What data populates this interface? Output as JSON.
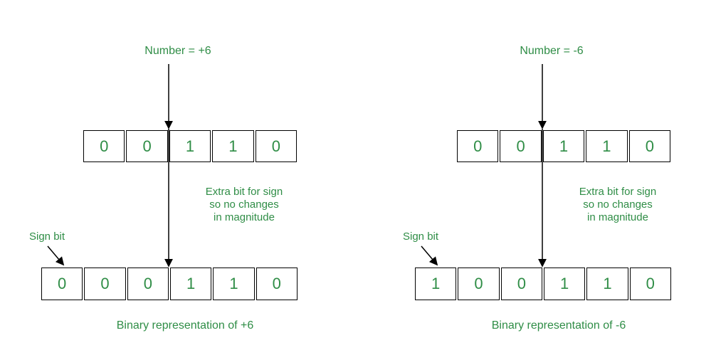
{
  "colors": {
    "green": "#2f8d46",
    "line": "#000000",
    "background": "#ffffff"
  },
  "panels": [
    {
      "number_label": "Number = +6",
      "top_bits": [
        "0",
        "0",
        "1",
        "1",
        "0"
      ],
      "note": [
        "Extra bit for sign",
        "so no changes",
        "in magnitude"
      ],
      "sign_bit_label": "Sign bit",
      "bottom_bits": [
        "0",
        "0",
        "0",
        "1",
        "1",
        "0"
      ],
      "caption": "Binary representation of +6"
    },
    {
      "number_label": "Number = -6",
      "top_bits": [
        "0",
        "0",
        "1",
        "1",
        "0"
      ],
      "note": [
        "Extra bit for sign",
        "so no changes",
        "in magnitude"
      ],
      "sign_bit_label": "Sign bit",
      "bottom_bits": [
        "1",
        "0",
        "0",
        "1",
        "1",
        "0"
      ],
      "caption": "Binary representation of -6"
    }
  ]
}
